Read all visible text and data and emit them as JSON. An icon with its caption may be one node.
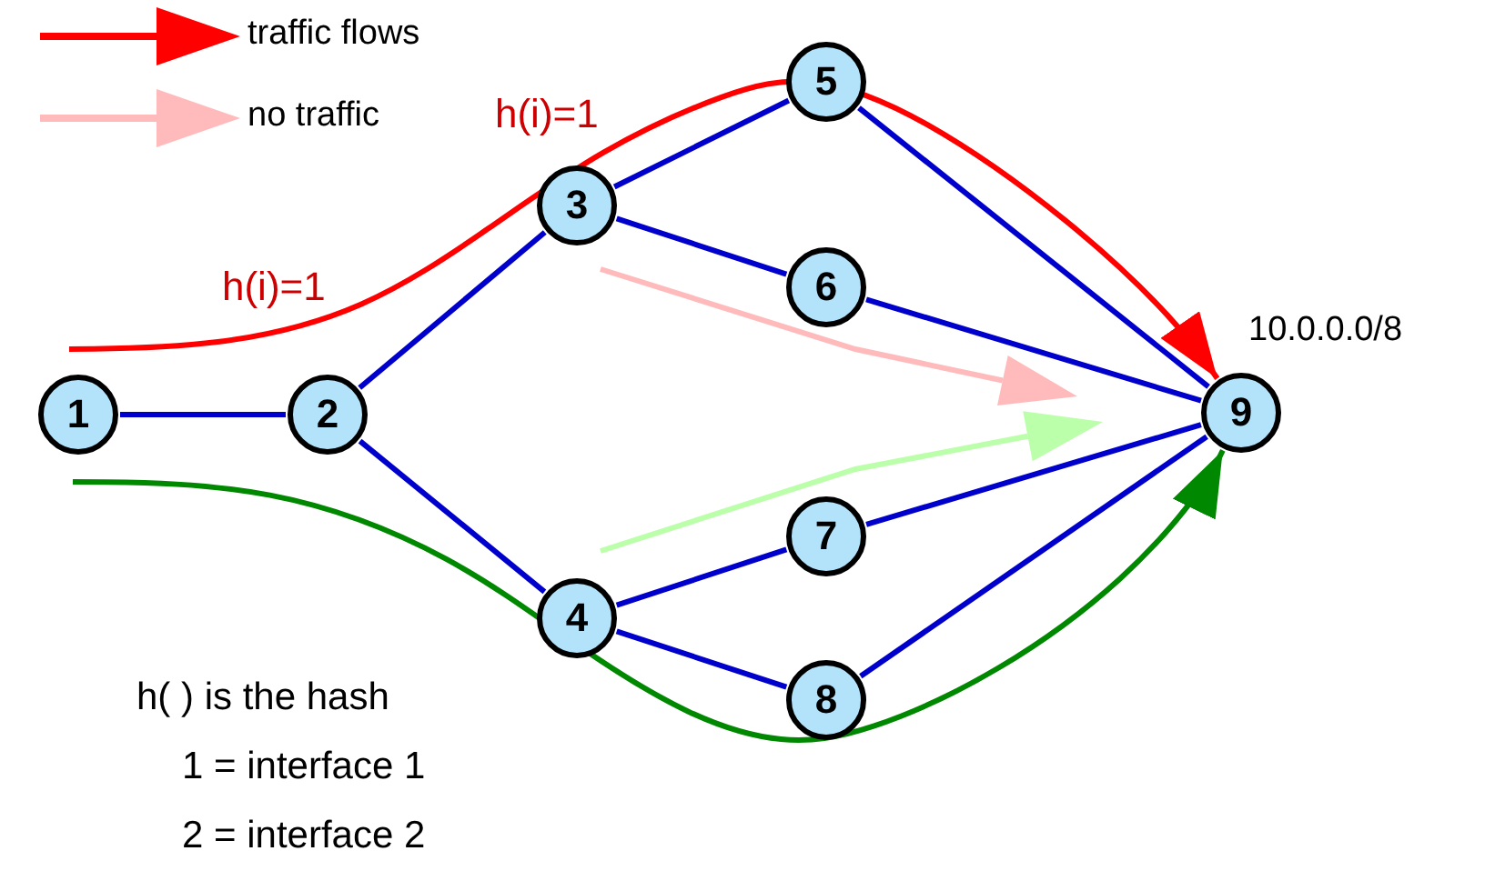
{
  "diagram": {
    "nodes": [
      {
        "text": [
          "1"
        ]
      },
      {
        "text": [
          "2"
        ]
      },
      {
        "text": [
          "3"
        ]
      },
      {
        "text": [
          "4"
        ]
      },
      {
        "text": [
          "5"
        ]
      },
      {
        "text": [
          "6"
        ]
      },
      {
        "text": [
          "7"
        ]
      },
      {
        "text": [
          "8"
        ]
      },
      {
        "text": [
          "9"
        ],
        "beside": [
          "10.0.0.0/8"
        ]
      }
    ],
    "edges": [
      {
        "from": 0,
        "to": 1,
        "arrow": "none"
      },
      {
        "from": 1,
        "to": 2,
        "arrow": "none"
      },
      {
        "from": 1,
        "to": 3,
        "arrow": "none"
      },
      {
        "from": 2,
        "to": 4,
        "arrow": "none"
      },
      {
        "from": 2,
        "to": 5,
        "arrow": "none"
      },
      {
        "from": 3,
        "to": 6,
        "arrow": "none"
      },
      {
        "from": 3,
        "to": 7,
        "arrow": "none"
      },
      {
        "from": 4,
        "to": 8,
        "arrow": "none"
      },
      {
        "from": 5,
        "to": 8,
        "arrow": "none"
      },
      {
        "from": 6,
        "to": 8,
        "arrow": "none"
      },
      {
        "from": 7,
        "to": 8,
        "arrow": "none"
      },
      {
        "from": null,
        "to": 8,
        "arrow": "to",
        "color": "#ff0000"
      },
      {
        "from": null,
        "to": 8,
        "arrow": "to",
        "color": "#008800"
      }
    ],
    "labels": [
      "h(i)=1",
      "h(i)=1",
      "h( ) is the hash",
      "1 = interface 1",
      "2 = interface 2"
    ],
    "legend": [
      {
        "text": "traffic flows"
      },
      {
        "text": "no traffic"
      }
    ]
  }
}
